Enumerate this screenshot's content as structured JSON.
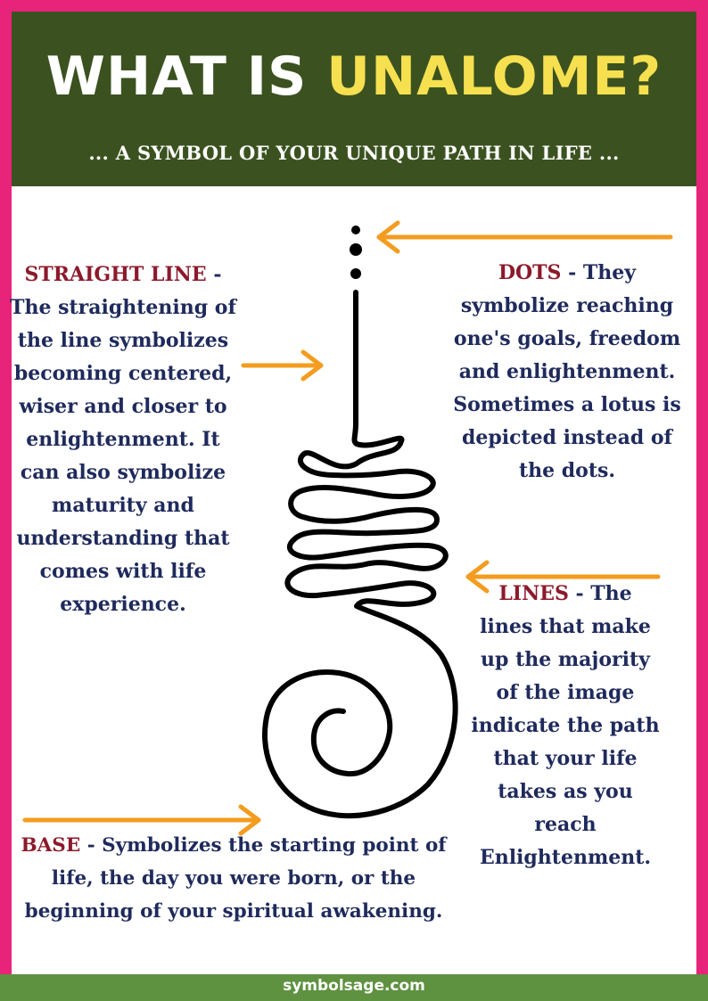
{
  "header": {
    "title_part1": "WHAT IS ",
    "title_highlight": "UNALOME?",
    "subtitle": "... A SYMBOL OF YOUR UNIQUE PATH IN LIFE ..."
  },
  "sections": {
    "straight_line": {
      "term": "STRAIGHT LINE",
      "text": " - The straightening of the line symbolizes becoming centered, wiser and closer to enlightenment. It can also symbolize maturity and understanding that comes with life experience."
    },
    "dots": {
      "term": "DOTS",
      "text": " - They symbolize reaching one's goals, freedom and enlightenment. Sometimes a lotus is depicted instead of the dots."
    },
    "lines": {
      "term": "LINES",
      "text": " - The lines that make up the majority of the image indicate the path that your life takes as you reach Enlightenment."
    },
    "base": {
      "term": "BASE",
      "text": " - Symbolizes the starting point of  life, the day you were born, or the beginning of your spiritual awakening."
    }
  },
  "footer": {
    "site": "symbolsage.com"
  },
  "colors": {
    "border": "#e8237a",
    "header_bg": "#3b5220",
    "title_highlight": "#f6e04f",
    "term": "#8c1a2b",
    "body_text": "#1f2a5c",
    "arrow": "#f39c1f",
    "footer_bg": "#5e9140"
  },
  "icons": {
    "symbol": "unalome-symbol",
    "arrows": "arrow-icon"
  }
}
